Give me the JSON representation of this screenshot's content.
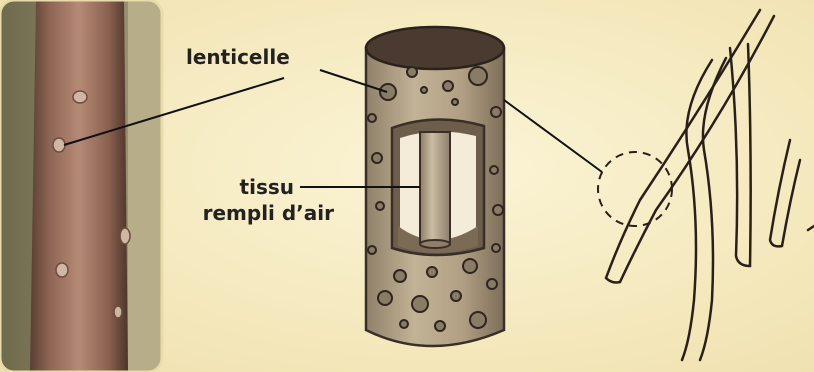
{
  "labels": {
    "lenticelle": "lenticelle",
    "tissue_line1": "tissu",
    "tissue_line2": "rempli d’air"
  },
  "colors": {
    "background": "#f3e6b8",
    "bark": "#a47a66",
    "cylinder_wall": "#b5a68a",
    "cylinder_top": "#4a3a30",
    "outline": "#3a2e28",
    "leader_line": "#111111"
  }
}
